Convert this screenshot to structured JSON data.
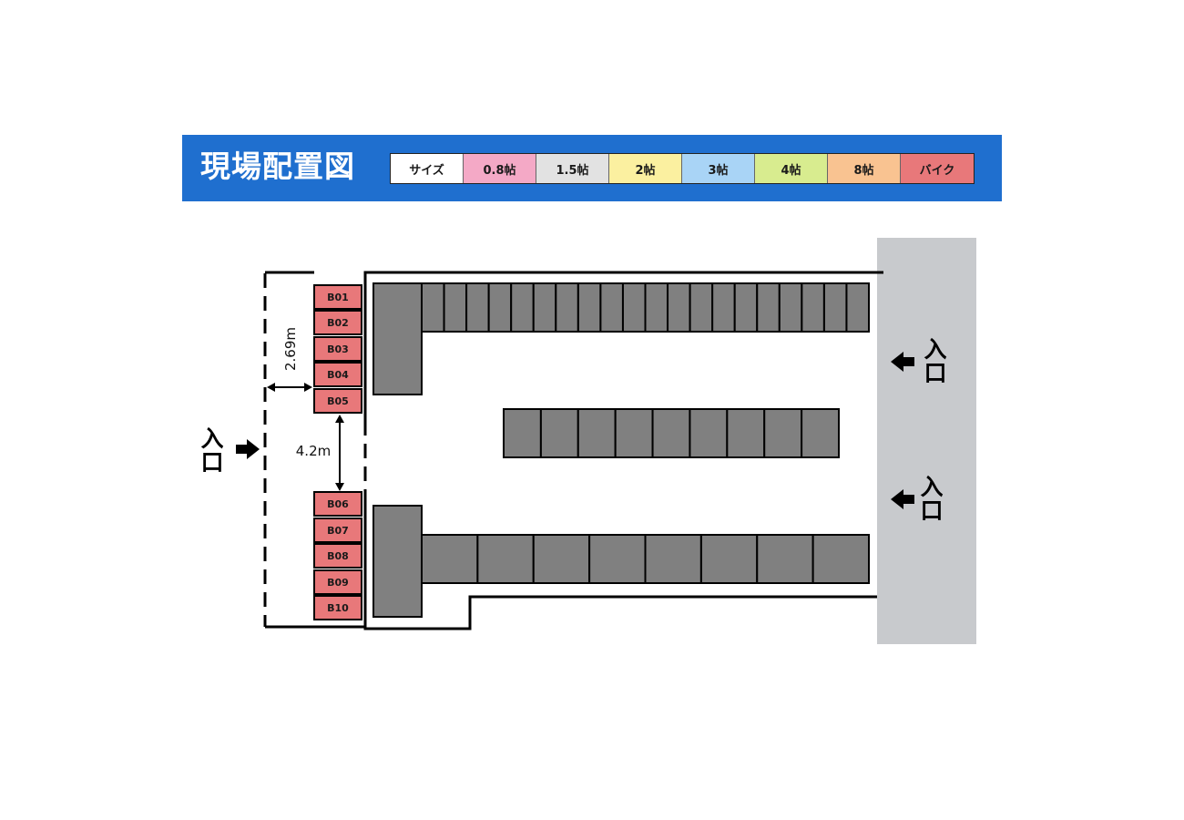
{
  "header": {
    "title": "現場配置図",
    "background": "#1f6fcf",
    "legend": [
      {
        "label": "サイズ",
        "color": "#ffffff"
      },
      {
        "label": "0.8帖",
        "color": "#f4a9c6"
      },
      {
        "label": "1.5帖",
        "color": "#e2e2e2"
      },
      {
        "label": "2帖",
        "color": "#fbf0a0"
      },
      {
        "label": "3帖",
        "color": "#a9d4f6"
      },
      {
        "label": "4帖",
        "color": "#d8ec8f"
      },
      {
        "label": "8帖",
        "color": "#f9c391"
      },
      {
        "label": "バイク",
        "color": "#e8787a"
      }
    ]
  },
  "map": {
    "bike_units": [
      "B01",
      "B02",
      "B03",
      "B04",
      "B05",
      "B06",
      "B07",
      "B08",
      "B09",
      "B10"
    ],
    "bike_color": "#e8787a",
    "container_color": "#808080",
    "road_color": "#c8cacd",
    "dimension_width": "2.69m",
    "dimension_gap": "4.2m",
    "entrance_label": "入口",
    "top_row_unit_count": 20,
    "middle_row_unit_count": 9,
    "bottom_row_unit_count": 8
  }
}
